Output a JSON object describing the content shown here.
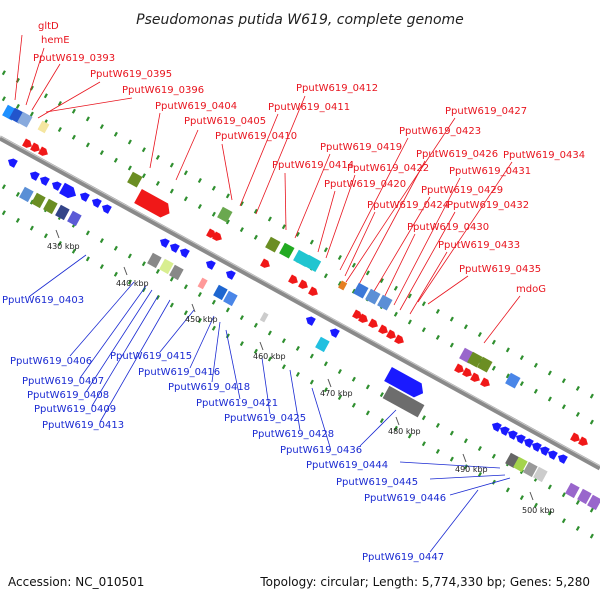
{
  "title": "Pseudomonas putida W619, complete genome",
  "footer": {
    "accession": "Accession: NC_010501",
    "stats": "Topology: circular; Length: 5,774,330 bp; Genes: 5,280"
  },
  "colors": {
    "top_label": "#e8141e",
    "bottom_label": "#1a2ad2",
    "backbone": "#888888",
    "tick": "#2f8f2f"
  },
  "scale_ticks": [
    "430 kbp",
    "440 kbp",
    "450 kbp",
    "460 kbp",
    "470 kbp",
    "480 kbp",
    "490 kbp",
    "500 kbp"
  ],
  "top_genes": [
    "gltD",
    "hemE",
    "PputW619_0393",
    "PputW619_0395",
    "PputW619_0396",
    "PputW619_0404",
    "PputW619_0405",
    "PputW619_0410",
    "PputW619_0411",
    "PputW619_0412",
    "PputW619_0414",
    "PputW619_0419",
    "PputW619_0420",
    "PputW619_0422",
    "PputW619_0423",
    "PputW619_0424",
    "PputW619_0426",
    "PputW619_0427",
    "PputW619_0429",
    "PputW619_0430",
    "PputW619_0431",
    "PputW619_0432",
    "PputW619_0433",
    "PputW619_0434",
    "PputW619_0435",
    "mdoG"
  ],
  "bottom_genes": [
    "PputW619_0403",
    "PputW619_0406",
    "PputW619_0407",
    "PputW619_0408",
    "PputW619_0409",
    "PputW619_0413",
    "PputW619_0415",
    "PputW619_0416",
    "PputW619_0418",
    "PputW619_0421",
    "PputW619_0425",
    "PputW619_0428",
    "PputW619_0436",
    "PputW619_0444",
    "PputW619_0445",
    "PputW619_0446",
    "PputW619_0447"
  ]
}
